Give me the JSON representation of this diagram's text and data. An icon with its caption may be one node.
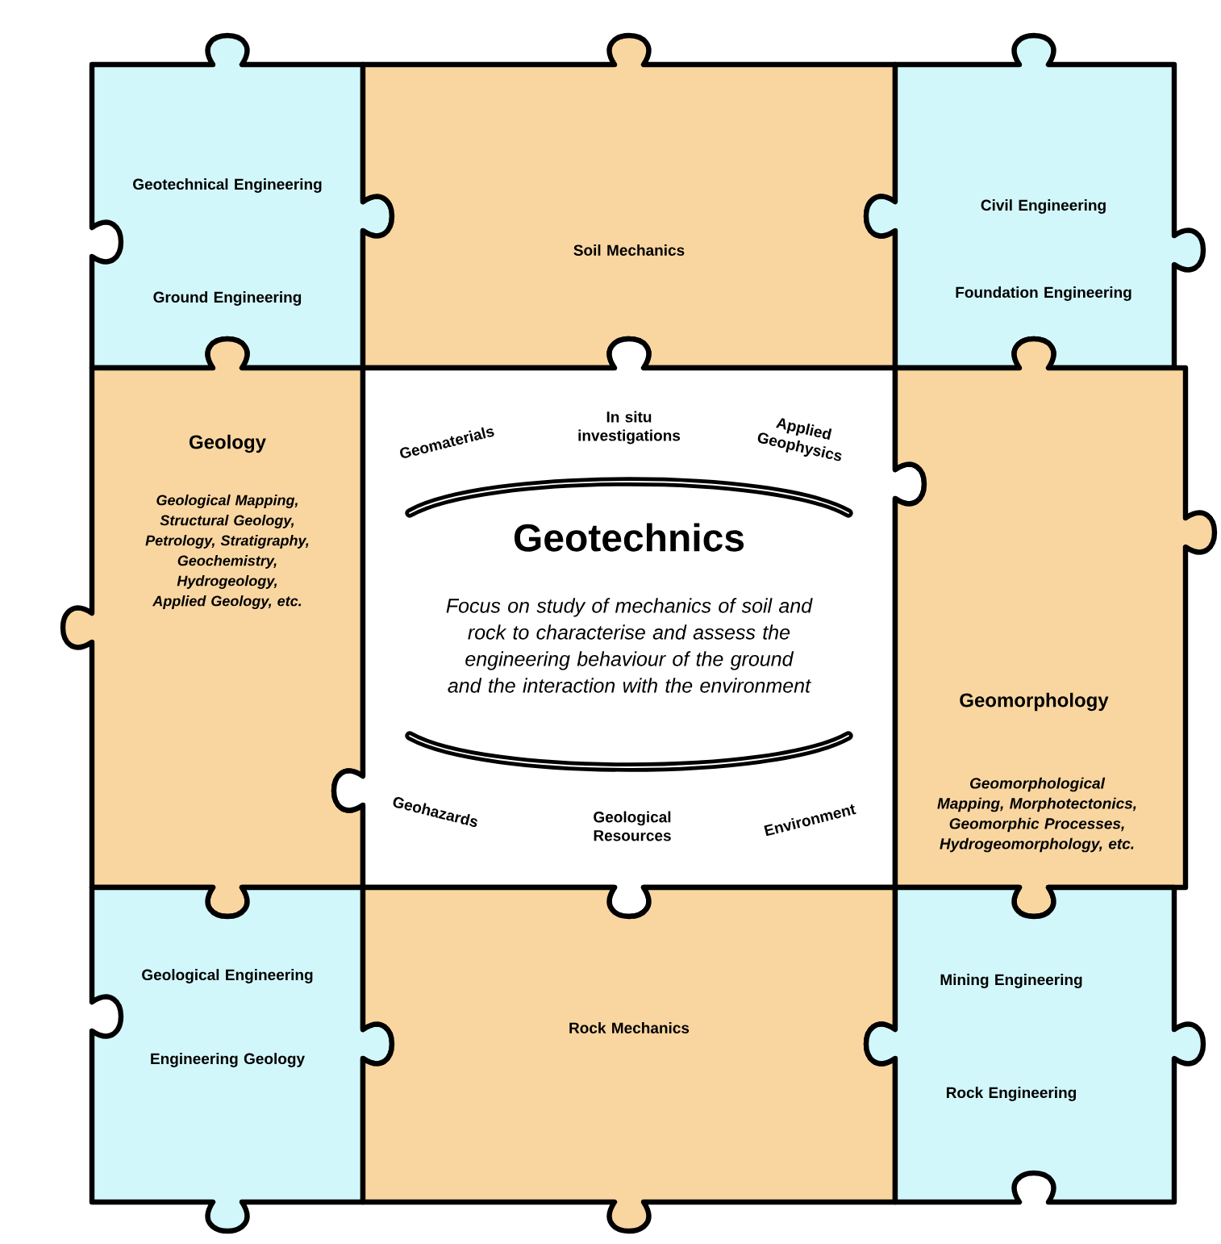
{
  "diagram": {
    "nodes": [
      {
        "text": [
          "Geotechnical Engineering",
          "Ground Engineering"
        ]
      },
      {
        "text": [
          "Soil Mechanics"
        ]
      },
      {
        "text": [
          "Civil Engineering",
          "Foundation Engineering"
        ]
      },
      {
        "text": [
          "Geology",
          "Geological Mapping, Structural Geology, Petrology, Stratigraphy, Geochemistry, Hydrogeology, Applied Geology, etc."
        ]
      },
      {
        "text": [
          "Geomaterials",
          "In situ investigations",
          "Applied Geophysics",
          "Geotechnics",
          "Focus on study of mechanics of soil and rock to characterise and assess the engineering behaviour of the ground and the interaction with the environment",
          "Geohazards",
          "Geological Resources",
          "Environment"
        ]
      },
      {
        "text": [
          "Geomorphology",
          "Geomorphological Mapping, Morphotectonics, Geomorphic Processes, Hydrogeomorphology, etc."
        ]
      },
      {
        "text": [
          "Geological Engineering",
          "Engineering Geology"
        ]
      },
      {
        "text": [
          "Rock Mechanics"
        ]
      },
      {
        "text": [
          "Mining Engineering",
          "Rock Engineering"
        ]
      }
    ]
  }
}
